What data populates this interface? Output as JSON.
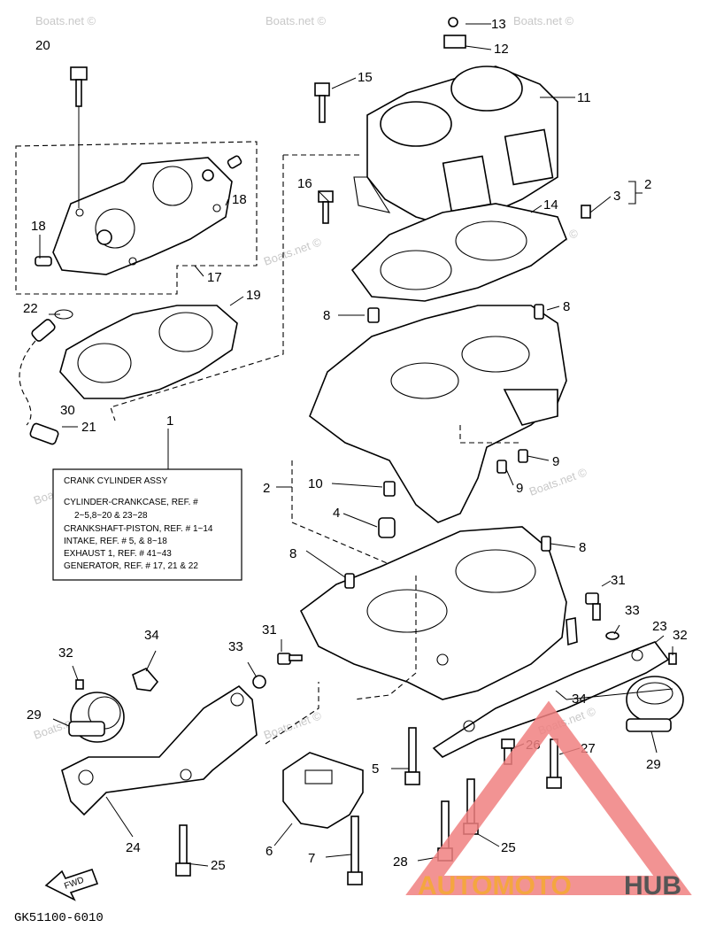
{
  "watermarks": [
    "Boats.net ©",
    "Boats.net ©",
    "Boats.net ©",
    "Boats.net ©",
    "Boats.net ©",
    "Boats.net ©",
    "Boats.net ©",
    "Boats.net ©",
    "Boats.net ©",
    "Boats.net ©"
  ],
  "callouts": {
    "c1": "1",
    "c2a": "2",
    "c2b": "2",
    "c3": "3",
    "c4": "4",
    "c5": "5",
    "c6": "6",
    "c7": "7",
    "c8a": "8",
    "c8b": "8",
    "c8c": "8",
    "c8d": "8",
    "c9a": "9",
    "c9b": "9",
    "c10": "10",
    "c11": "11",
    "c12": "12",
    "c13": "13",
    "c14": "14",
    "c15": "15",
    "c16": "16",
    "c17": "17",
    "c18a": "18",
    "c18b": "18",
    "c19": "19",
    "c20": "20",
    "c21": "21",
    "c22": "22",
    "c23": "23",
    "c24": "24",
    "c25a": "25",
    "c25b": "25",
    "c26": "26",
    "c27": "27",
    "c28": "28",
    "c29a": "29",
    "c29b": "29",
    "c30": "30",
    "c31a": "31",
    "c31b": "31",
    "c32a": "32",
    "c32b": "32",
    "c33a": "33",
    "c33b": "33",
    "c34a": "34",
    "c34b": "34"
  },
  "legend_box": {
    "title": "CRANK CYLINDER ASSY",
    "lines": [
      "CYLINDER-CRANKCASE, REF. #",
      "2~5,8~20 & 23~28",
      "CRANKSHAFT-PISTON, REF. # 1~14",
      "INTAKE, REF. # 5, & 8~18",
      "EXHAUST 1, REF. # 41~43",
      "GENERATOR, REF. # 17, 21 & 22"
    ]
  },
  "fwd_label": "FWD",
  "drawing_code": "GK51100-6010",
  "logo": {
    "part1": "AUTOMOTO",
    "part2": "HUB",
    "color_primary": "#f4a640",
    "color_secondary": "#555555",
    "triangle_color": "#f08080"
  }
}
